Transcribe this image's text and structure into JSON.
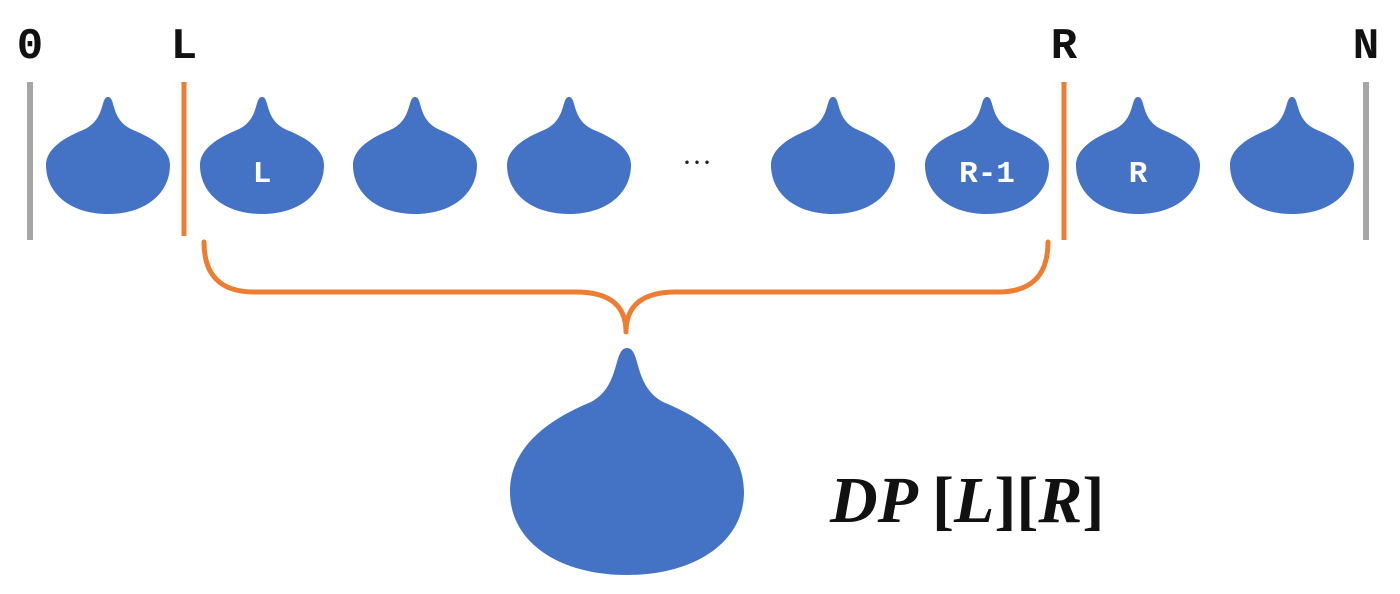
{
  "boundaries": {
    "start": "0",
    "left": "L",
    "right": "R",
    "end": "N"
  },
  "slimes": [
    {
      "label": ""
    },
    {
      "label": "L"
    },
    {
      "label": ""
    },
    {
      "label": ""
    },
    {
      "label": ""
    },
    {
      "label": "R-1"
    },
    {
      "label": "R"
    },
    {
      "label": ""
    }
  ],
  "ellipsis": "···",
  "result": {
    "prefix": "DP ",
    "open1": "[",
    "var1": "L",
    "close1": "]",
    "open2": "[",
    "var2": "R",
    "close2": "]"
  },
  "colors": {
    "slime": "#4472c4",
    "range_marker": "#ed7d31",
    "outer_marker": "#a6a6a6",
    "label": "#111111"
  }
}
